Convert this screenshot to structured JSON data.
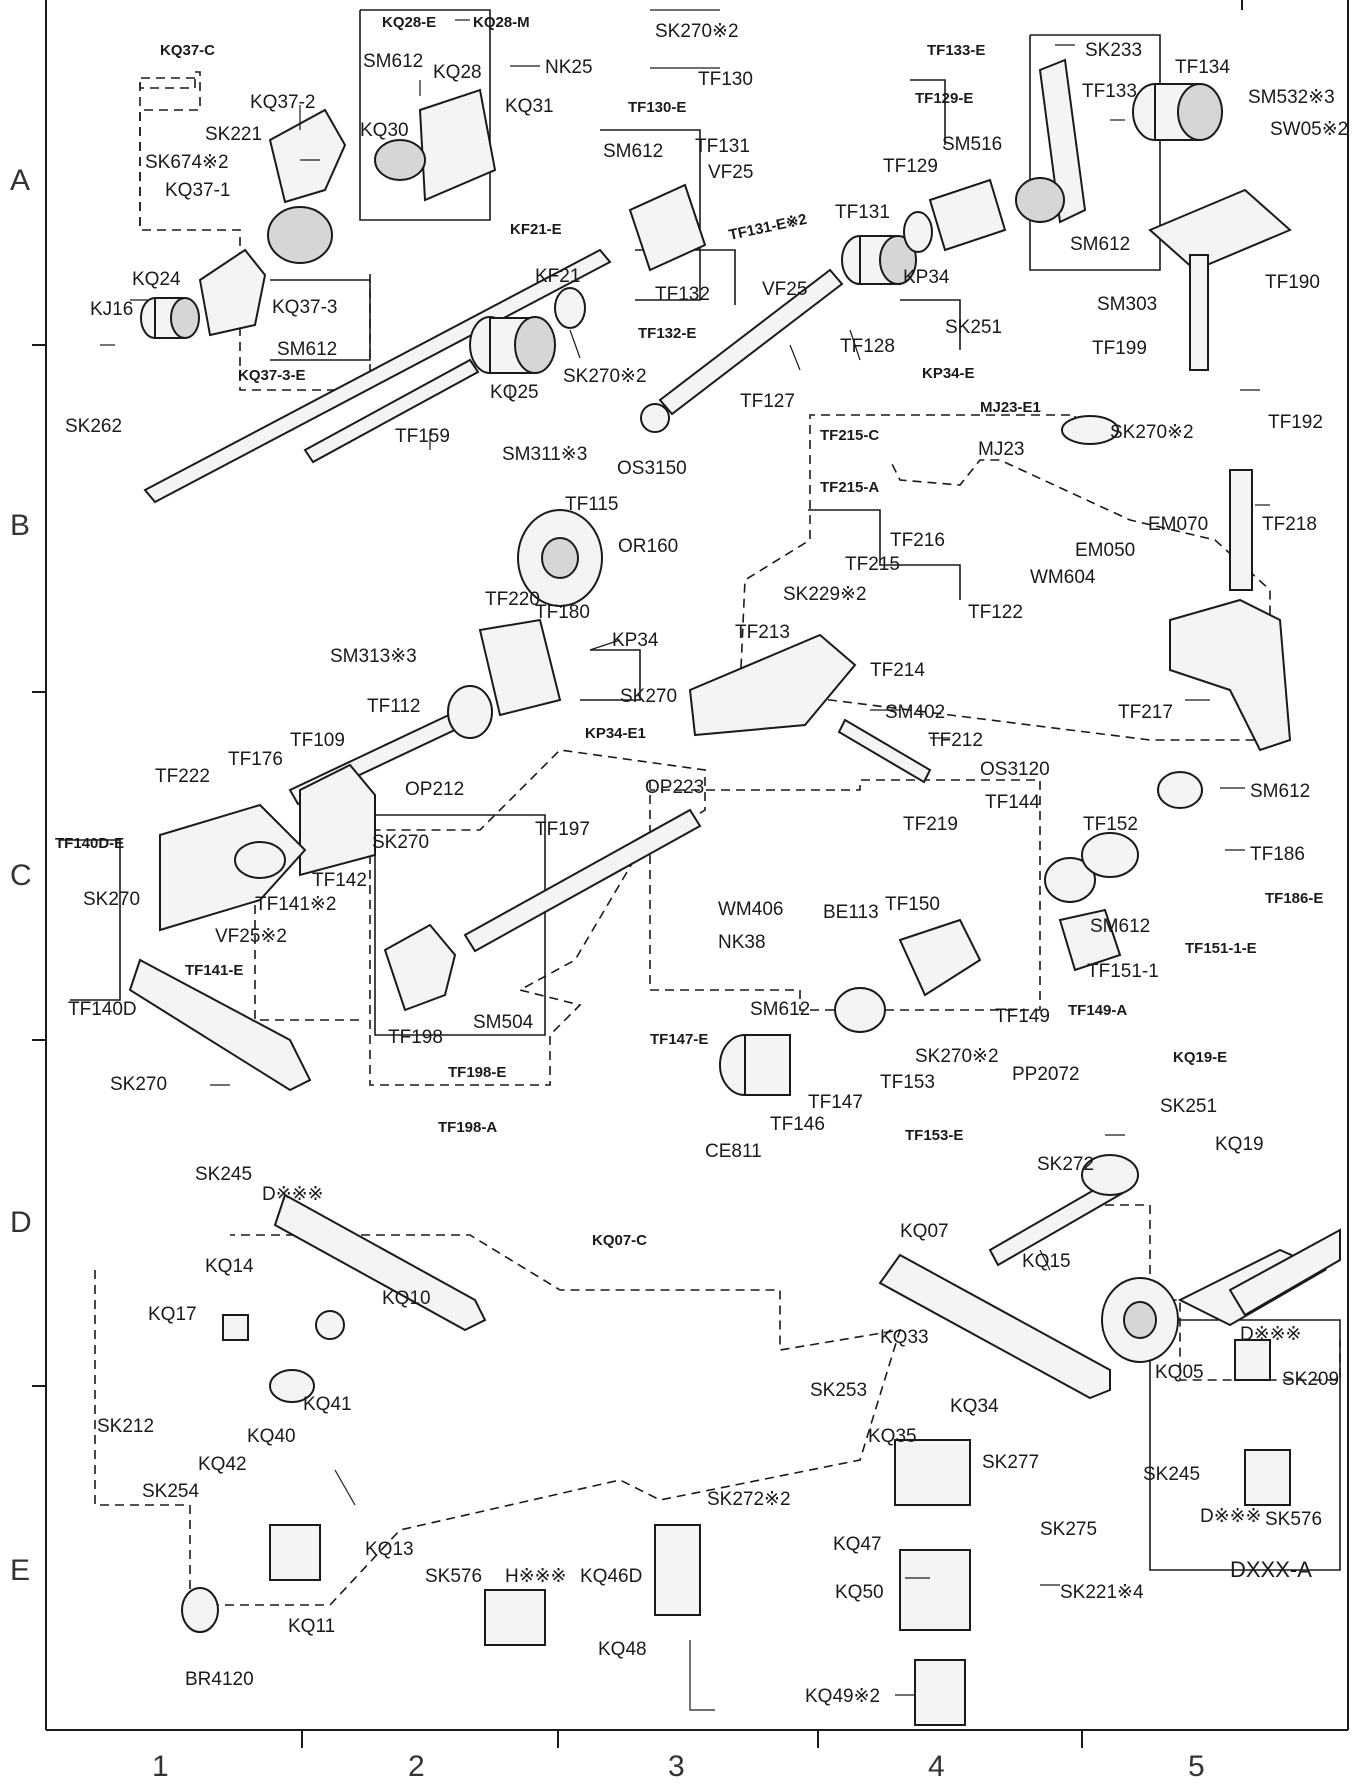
{
  "row_markers": [
    "A",
    "B",
    "C",
    "D",
    "E"
  ],
  "column_markers": [
    "1",
    "2",
    "3",
    "4",
    "5"
  ],
  "part_labels": {
    "KQ28_E": "KQ28-E",
    "KQ28_M": "KQ28-M",
    "SM612_a": "SM612",
    "KQ28": "KQ28",
    "NK25": "NK25",
    "KQ31": "KQ31",
    "KQ30": "KQ30",
    "KQ37_C": "KQ37-C",
    "KQ37_2": "KQ37-2",
    "SK221_a": "SK221",
    "SK674x2": "SK674※2",
    "KQ37_1": "KQ37-1",
    "KQ24": "KQ24",
    "KJ16": "KJ16",
    "KQ37_3": "KQ37-3",
    "SM612_b": "SM612",
    "KQ37_3_E": "KQ37-3-E",
    "SK262": "SK262",
    "TF159": "TF159",
    "KQ25": "KQ25",
    "SK270x2_a": "SK270※2",
    "KF21": "KF21",
    "KF21_E": "KF21-E",
    "SK270x2_b": "SK270※2",
    "TF130": "TF130",
    "TF130_E": "TF130-E",
    "SM612_c": "SM612",
    "TF131_a": "TF131",
    "VF25_a": "VF25",
    "TF131x2_E": "TF131-E※2",
    "TF131_b": "TF131",
    "VF25_b": "VF25",
    "TF132": "TF132",
    "TF132_E": "TF132-E",
    "TF127": "TF127",
    "TF128": "TF128",
    "OS3150": "OS3150",
    "TF129_E": "TF129-E",
    "SM516": "SM516",
    "TF129": "TF129",
    "KP34_a": "KP34",
    "SK251_a": "SK251",
    "KP34_E": "KP34-E",
    "TF133_E": "TF133-E",
    "SK233": "SK233",
    "TF133": "TF133",
    "SM612_d": "SM612",
    "TF134": "TF134",
    "SM532x3": "SM532※3",
    "SW05x2": "SW05※2",
    "TF190": "TF190",
    "SM303": "SM303",
    "TF199": "TF199",
    "MJ23_E1": "MJ23-E1",
    "MJ23": "MJ23",
    "SK270x2_c": "SK270※2",
    "TF192": "TF192",
    "SM311x3": "SM311※3",
    "TF115": "TF115",
    "OR160": "OR160",
    "TF215_C": "TF215-C",
    "TF215_A": "TF215-A",
    "TF216": "TF216",
    "TF215": "TF215",
    "SK229x2": "SK229※2",
    "WM604": "WM604",
    "EM050": "EM050",
    "EM070": "EM070",
    "TF218": "TF218",
    "TF122": "TF122",
    "TF220": "TF220",
    "TF180": "TF180",
    "SM313x3": "SM313※3",
    "KP34_b": "KP34",
    "TF213": "TF213",
    "TF214": "TF214",
    "SK270_a": "SK270",
    "KP34_E1": "KP34-E1",
    "TF112": "TF112",
    "SM402": "SM402",
    "TF212": "TF212",
    "TF217": "TF217",
    "TF109": "TF109",
    "TF176": "TF176",
    "TF222": "TF222",
    "OP212": "OP212",
    "OS3120": "OS3120",
    "OP223": "OP223",
    "TF197": "TF197",
    "SK270_b": "SK270",
    "TF140D_E": "TF140D-E",
    "SK270_c": "SK270",
    "TF142": "TF142",
    "TF141x2": "TF141※2",
    "VF25x2": "VF25※2",
    "TF141_E": "TF141-E",
    "TF140D": "TF140D",
    "SK270_d": "SK270",
    "SK245_a": "SK245",
    "Dxxx_a": "D※※※",
    "TF198": "TF198",
    "SM504": "SM504",
    "TF198_E": "TF198-E",
    "TF198_A": "TF198-A",
    "TF219": "TF219",
    "TF144": "TF144",
    "TF152": "TF152",
    "SM612_e": "SM612",
    "TF186": "TF186",
    "TF186_E": "TF186-E",
    "WM406": "WM406",
    "BE113": "BE113",
    "TF150": "TF150",
    "NK38": "NK38",
    "SM612_f": "SM612",
    "TF151_1_E": "TF151-1-E",
    "TF151_1": "TF151-1",
    "TF149": "TF149",
    "TF149_A": "TF149-A",
    "SM612_g": "SM612",
    "TF147_E": "TF147-E",
    "TF147": "TF147",
    "TF153": "TF153",
    "SK270x2_d": "SK270※2",
    "TF153_E": "TF153-E",
    "TF146": "TF146",
    "CE811": "CE811",
    "KQ19_E": "KQ19-E",
    "PP2072": "PP2072",
    "SK251_b": "SK251",
    "SK272": "SK272",
    "KQ19": "KQ19",
    "KQ07_C": "KQ07-C",
    "KQ07": "KQ07",
    "KQ15": "KQ15",
    "KQ14": "KQ14",
    "KQ10": "KQ10",
    "KQ17": "KQ17",
    "SK212": "SK212",
    "KQ41": "KQ41",
    "KQ40": "KQ40",
    "KQ42": "KQ42",
    "SK254": "SK254",
    "KQ13": "KQ13",
    "KQ11": "KQ11",
    "BR4120": "BR4120",
    "SK576_a": "SK576",
    "Hxxx": "H※※※",
    "SK272x2": "SK272※2",
    "KQ46D": "KQ46D",
    "KQ48": "KQ48",
    "KQ33": "KQ33",
    "SK253": "SK253",
    "KQ34": "KQ34",
    "KQ35": "KQ35",
    "SK277": "SK277",
    "SK275": "SK275",
    "KQ47": "KQ47",
    "KQ50": "KQ50",
    "SK221x4": "SK221※4",
    "KQ49x2": "KQ49※2",
    "Dxxx_b": "D※※※",
    "SK209": "SK209",
    "KQ05": "KQ05",
    "SK245_b": "SK245",
    "Dxxx_c": "D※※※",
    "SK576_b": "SK576",
    "DXXX_A": "DXXX-A"
  }
}
